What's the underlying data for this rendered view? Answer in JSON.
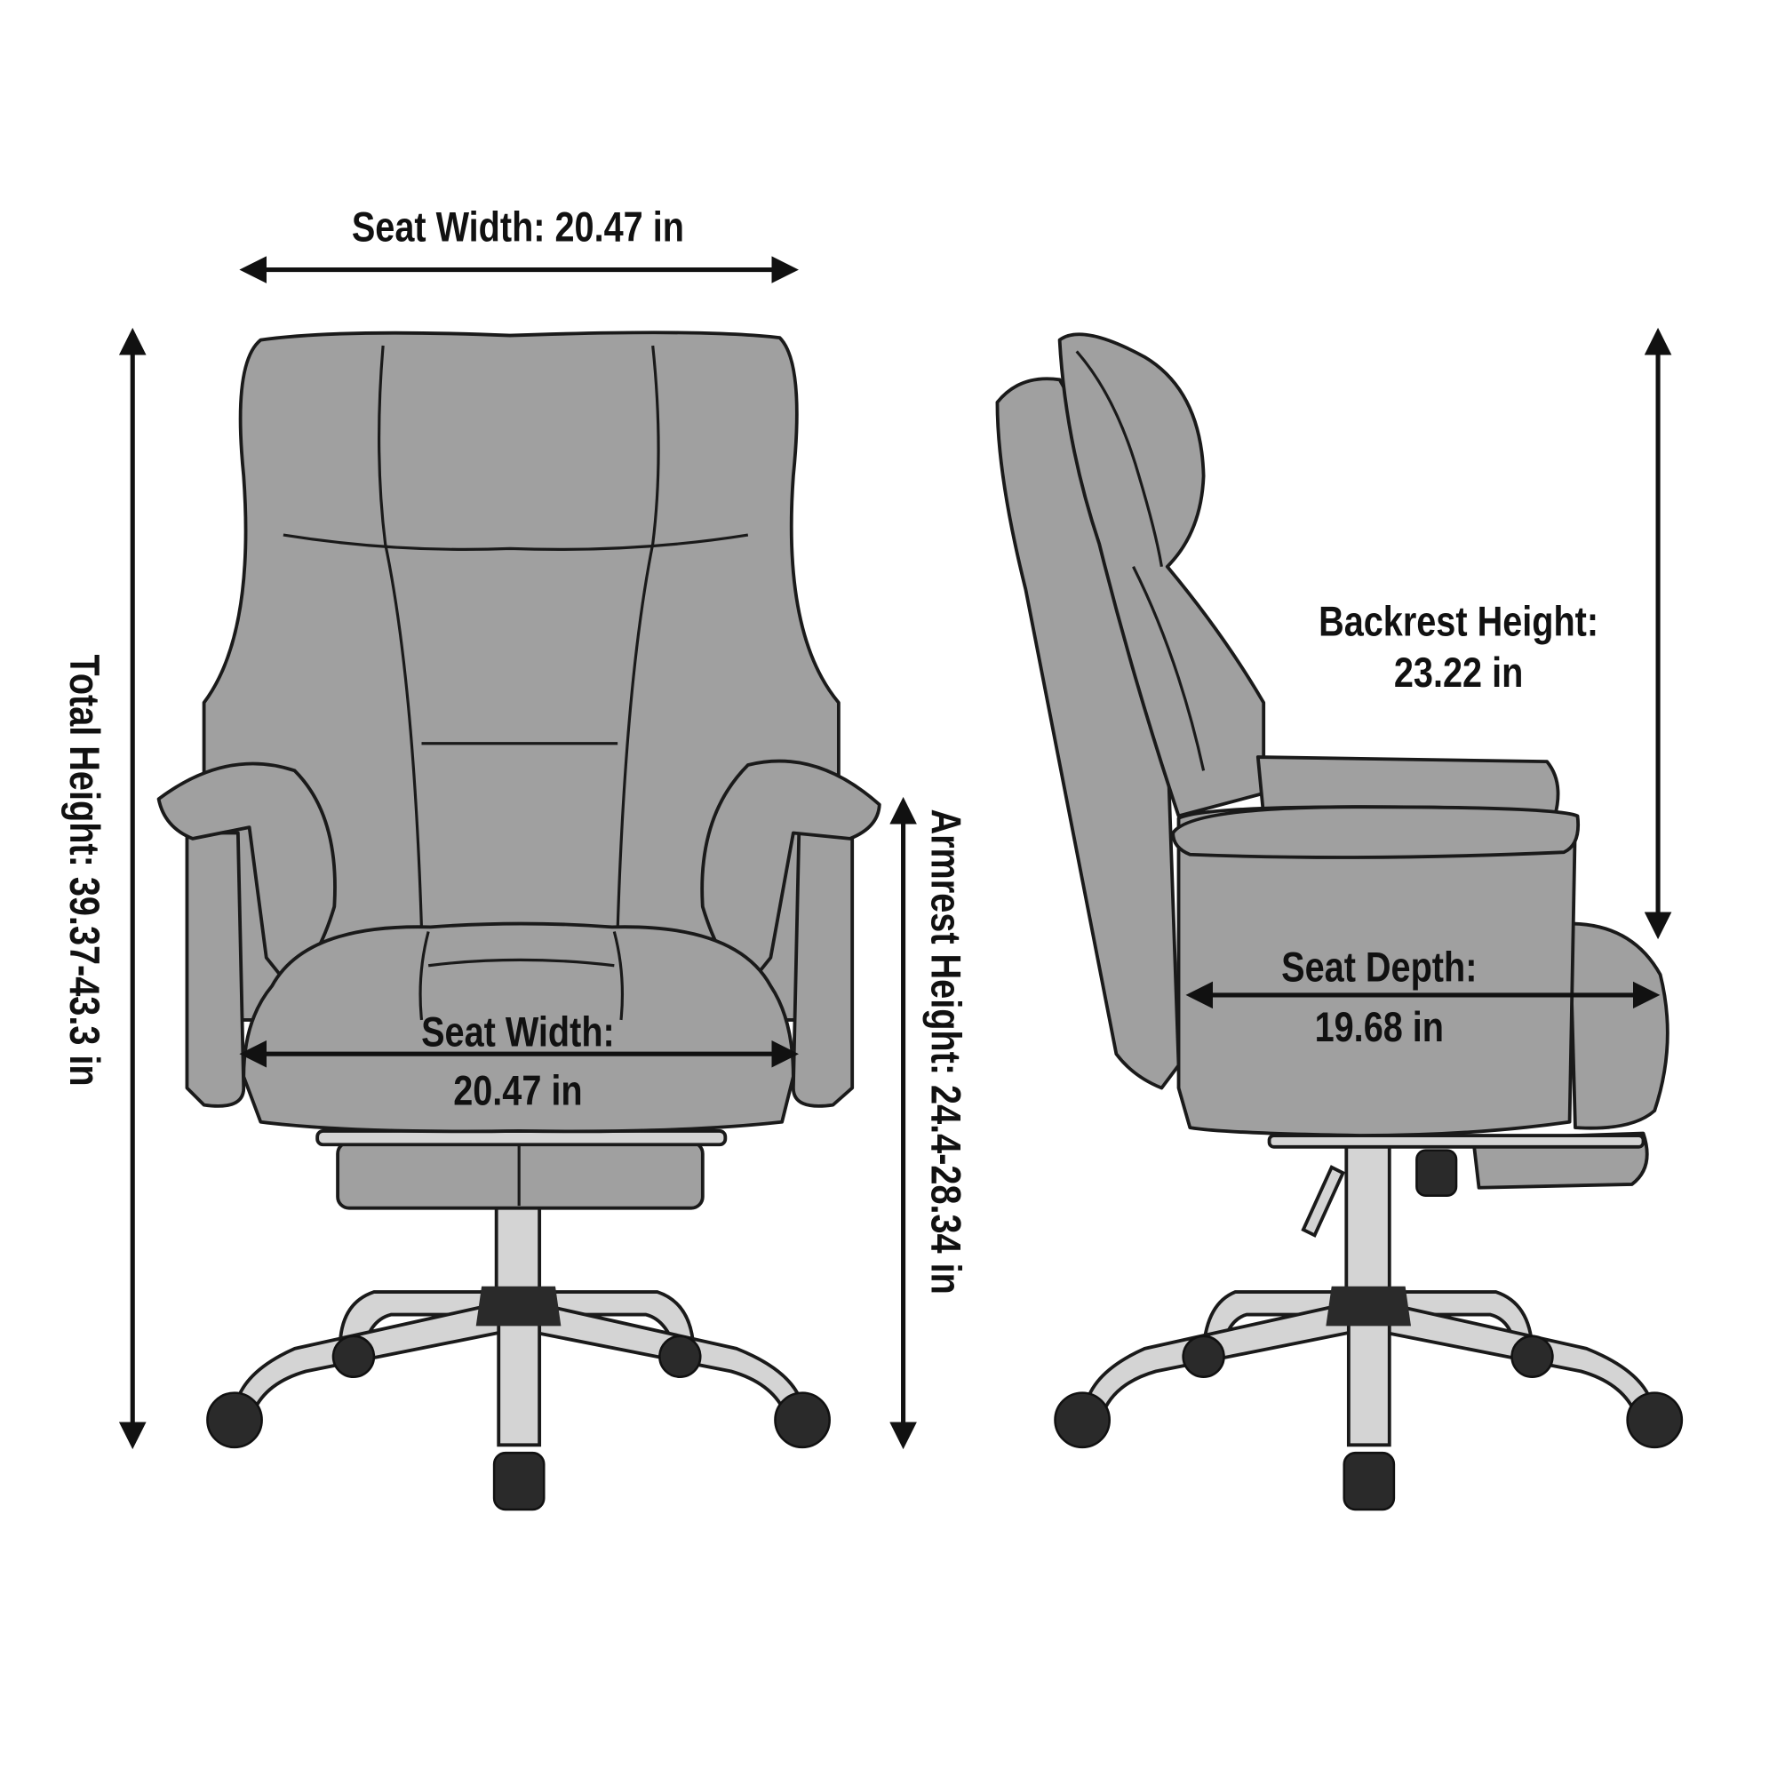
{
  "dimensions": {
    "top_seat_width": "Seat Width: 20.47 in",
    "total_height": "Total Height: 39.37-43.3 in",
    "armrest_height": "Armrest Height: 24.4-28.34 in",
    "seat_width_label": "Seat Width:",
    "seat_width_value": "20.47 in",
    "backrest_height_label": "Backrest Height:",
    "backrest_height_value": "23.22 in",
    "seat_depth_label": "Seat Depth:",
    "seat_depth_value": "19.68 in"
  },
  "colors": {
    "upholstery": "#a0a0a0",
    "outline": "#1a1a1a",
    "metal": "#d4d4d4",
    "wheel": "#2a2a2a"
  }
}
